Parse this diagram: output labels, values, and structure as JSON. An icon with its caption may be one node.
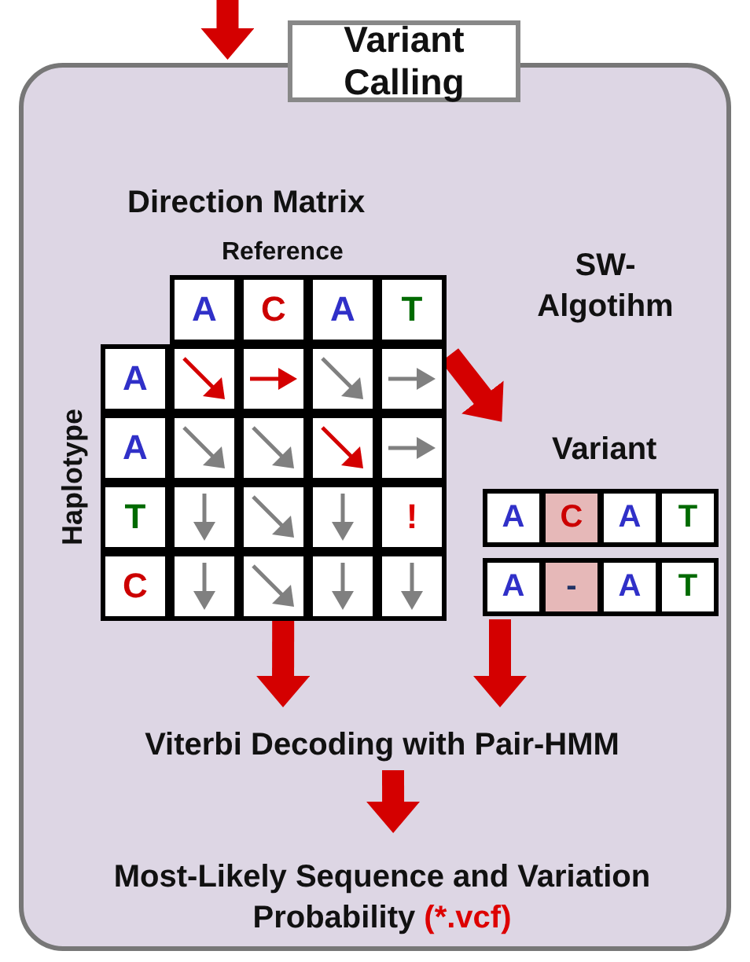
{
  "diagram": {
    "nodes": [
      {
        "text": [
          "Variant Calling"
        ]
      },
      {
        "text": [
          "Direction Matrix"
        ],
        "in": 0
      },
      {
        "text": [
          "Variant"
        ],
        "in": 0
      },
      {
        "text": [
          "Viterbi Decoding with Pair-HMM"
        ],
        "in": 0
      },
      {
        "text": [
          "Most-Likely Sequence and Variation Probability",
          "(*.vcf)"
        ],
        "in": 0
      }
    ],
    "edges": [
      {
        "from": null,
        "to": 0,
        "arrow": "to"
      },
      {
        "from": 1,
        "to": 2,
        "arrow": "to",
        "label": "SW- Algotihm"
      },
      {
        "from": 1,
        "to": 3,
        "arrow": "to"
      },
      {
        "from": 2,
        "to": 3,
        "arrow": "to"
      },
      {
        "from": 3,
        "to": 4,
        "arrow": "to"
      }
    ],
    "labels": [
      "Reference",
      "A",
      "C",
      "A",
      "T",
      "Haplotype",
      "A",
      "A",
      "T",
      "!",
      "C",
      "A",
      "C",
      "A",
      "T",
      "A",
      "-",
      "A",
      "T"
    ]
  }
}
